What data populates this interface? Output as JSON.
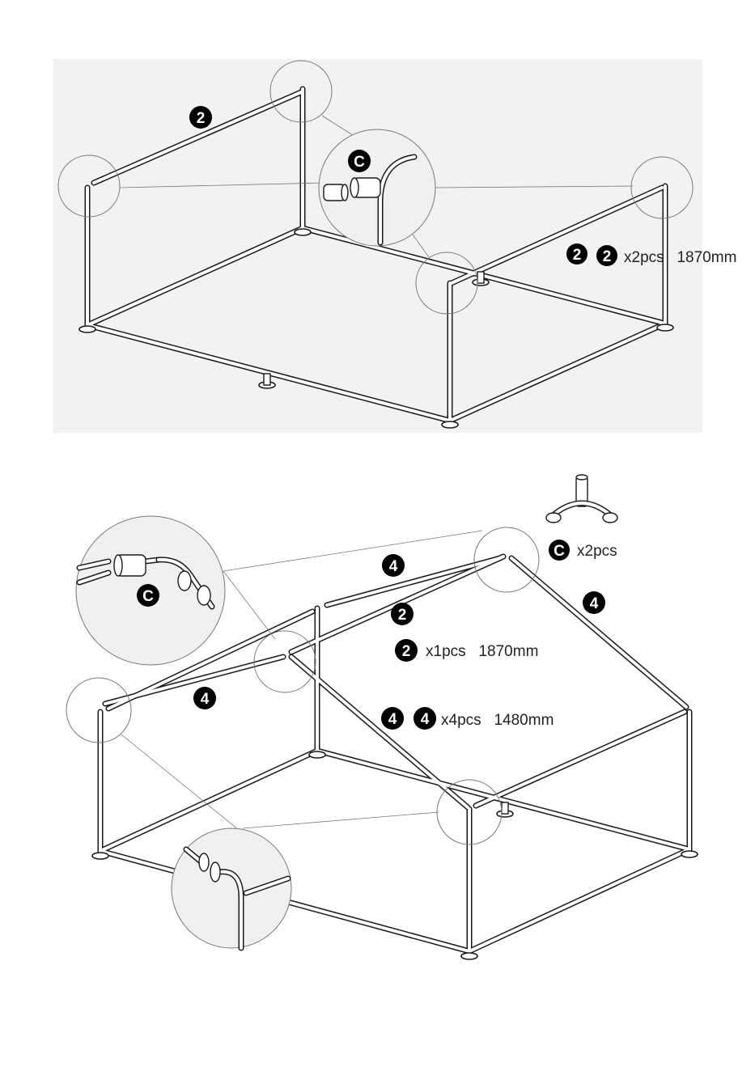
{
  "step1": {
    "badge_pipe": "2",
    "badge_connector": "C",
    "legend_badge_a": "2",
    "legend_badge_b": "2",
    "legend_text": "x2pcs   1870mm"
  },
  "step2": {
    "badge_connector_zoom": "C",
    "legend_connector_badge": "C",
    "legend_connector_text": "x2pcs",
    "badge_top_left": "4",
    "badge_ridge": "2",
    "badge_right": "4",
    "badge_left": "4",
    "legend_ridge_badge": "2",
    "legend_ridge_text": "x1pcs   1870mm",
    "legend_rafter_badge_a": "4",
    "legend_rafter_badge_b": "4",
    "legend_rafter_text": "x4pcs   1480mm"
  },
  "colors": {
    "background": "#ffffff",
    "panel": "#f2f2f2",
    "ink": "#000000"
  }
}
